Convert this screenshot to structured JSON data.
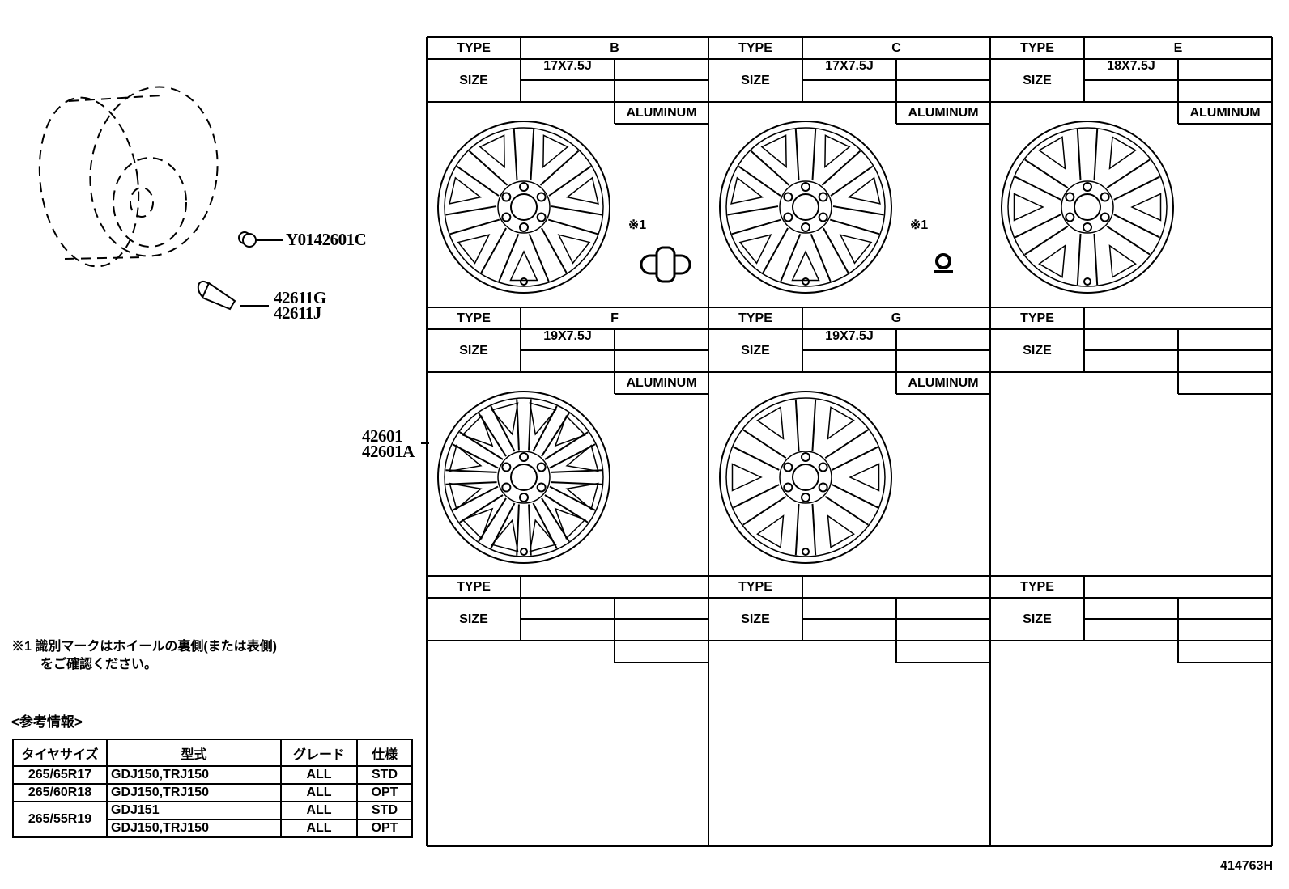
{
  "callouts": {
    "sensor": "Y0142601C",
    "valve_1": "42611G",
    "valve_2": "42611J",
    "wheel_1": "42601",
    "wheel_2": "42601A"
  },
  "grid": {
    "type_label": "TYPE",
    "size_label": "SIZE",
    "panels": [
      {
        "type": "B",
        "size": "17X7.5J",
        "material": "ALUMINUM",
        "mark": "※1",
        "mark_icon": "valve-sensor-icon",
        "spokes": 7
      },
      {
        "type": "C",
        "size": "17X7.5J",
        "material": "ALUMINUM",
        "mark": "※1",
        "mark_icon": "dome-mark-icon",
        "spokes": 7
      },
      {
        "type": "E",
        "size": "18X7.5J",
        "material": "ALUMINUM",
        "mark": "",
        "mark_icon": "",
        "spokes": 6
      },
      {
        "type": "F",
        "size": "19X7.5J",
        "material": "ALUMINUM",
        "mark": "",
        "mark_icon": "",
        "spokes": 12
      },
      {
        "type": "G",
        "size": "19X7.5J",
        "material": "ALUMINUM",
        "mark": "",
        "mark_icon": "",
        "spokes": 6
      },
      {
        "type": "",
        "size": "",
        "material": "",
        "mark": "",
        "mark_icon": "",
        "spokes": 0
      },
      {
        "type": "",
        "size": "",
        "material": "",
        "mark": "",
        "mark_icon": "",
        "spokes": 0
      },
      {
        "type": "",
        "size": "",
        "material": "",
        "mark": "",
        "mark_icon": "",
        "spokes": 0
      },
      {
        "type": "",
        "size": "",
        "material": "",
        "mark": "",
        "mark_icon": "",
        "spokes": 0
      }
    ]
  },
  "note": {
    "line1": "※1 識別マークはホイールの裏側(または表側)",
    "line2": "をご確認ください。"
  },
  "reference": {
    "title": "<参考情報>",
    "headers": [
      "タイヤサイズ",
      "型式",
      "グレード",
      "仕様"
    ],
    "rows": [
      {
        "tire": "265/65R17",
        "model": "GDJ150,TRJ150",
        "grade": "ALL",
        "spec": "STD"
      },
      {
        "tire": "265/60R18",
        "model": "GDJ150,TRJ150",
        "grade": "ALL",
        "spec": "OPT"
      },
      {
        "tire": "265/55R19",
        "model": "GDJ151",
        "grade": "ALL",
        "spec": "STD"
      },
      {
        "tire": "",
        "model": "GDJ150,TRJ150",
        "grade": "ALL",
        "spec": "OPT"
      }
    ]
  },
  "diagram_id": "414763H"
}
